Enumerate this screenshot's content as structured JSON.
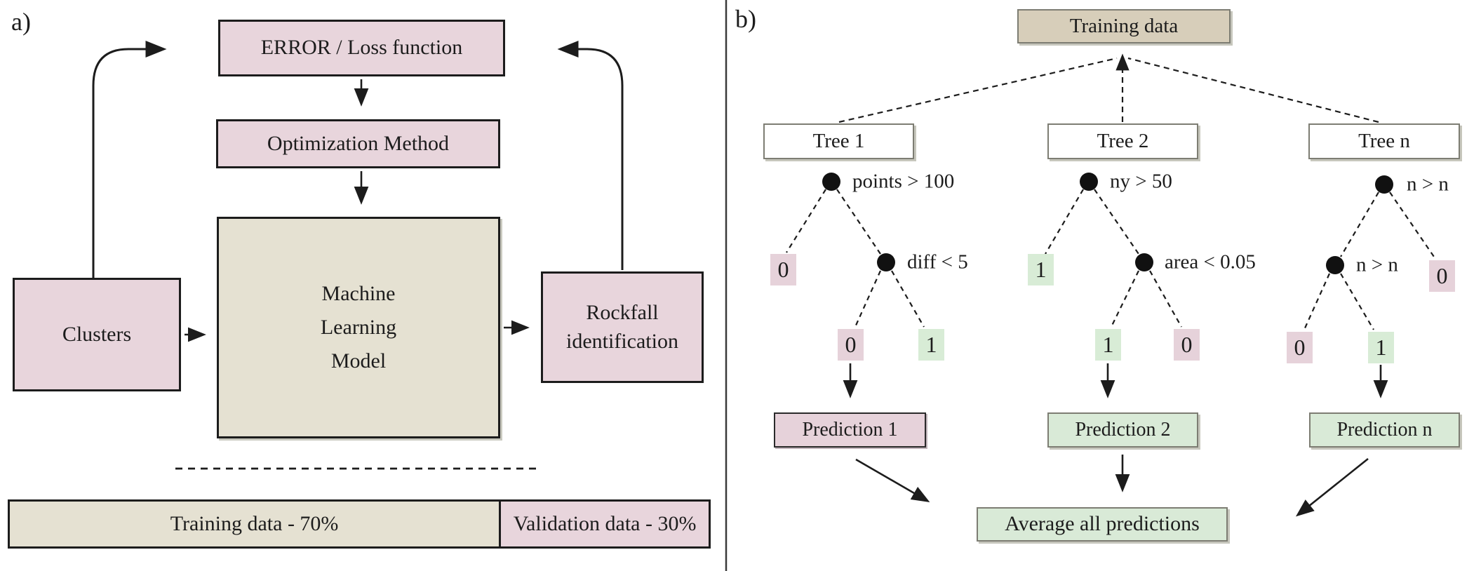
{
  "colors": {
    "pink": "#e8d5dc",
    "tan": "#e5e1d2",
    "khaki": "#d7ceba",
    "green": "#d9ead7",
    "leafPink": "#e6d2da",
    "leafGreen": "#d8ecd6",
    "line": "#1c1c1c"
  },
  "panel_a": {
    "label": "a)",
    "error_box": "ERROR / Loss function",
    "optimization_box": "Optimization Method",
    "ml_box_lines": [
      "Machine",
      "Learning",
      "Model"
    ],
    "clusters_box": "Clusters",
    "rockfall_box_lines": [
      "Rockfall",
      "identification"
    ],
    "training_segment": "Training data - 70%",
    "validation_segment": "Validation data - 30%"
  },
  "panel_b": {
    "label": "b)",
    "training_data_box": "Training data",
    "trees": [
      {
        "name": "Tree 1",
        "root_condition": "points > 100",
        "child_condition": "diff < 5",
        "root_leaf": "0",
        "child_leaf_left": "0",
        "child_leaf_right": "1",
        "prediction": "Prediction 1"
      },
      {
        "name": "Tree 2",
        "root_condition": "ny > 50",
        "child_condition": "area < 0.05",
        "root_leaf": "1",
        "child_leaf_left": "1",
        "child_leaf_right": "0",
        "prediction": "Prediction 2"
      },
      {
        "name": "Tree n",
        "root_condition": "n > n",
        "child_condition": "n > n",
        "root_leaf": "0",
        "child_leaf_left": "0",
        "child_leaf_right": "1",
        "prediction": "Prediction n"
      }
    ],
    "average_box": "Average all predictions"
  }
}
